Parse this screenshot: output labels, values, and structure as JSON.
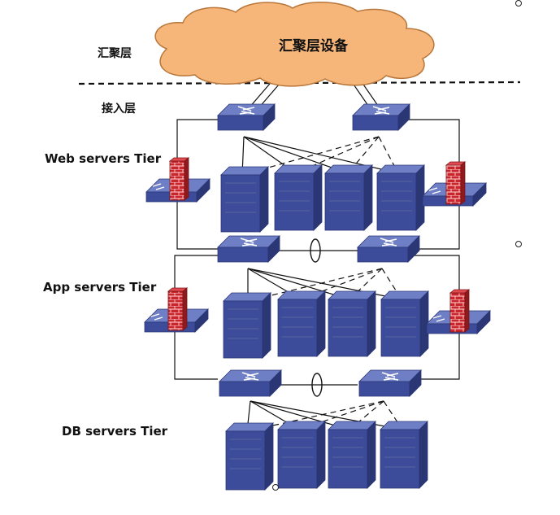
{
  "labels": {
    "aggregation_layer": "汇聚层",
    "aggregation_device": "汇聚层设备",
    "access_layer": "接入层",
    "web_tier": "Web servers Tier",
    "app_tier": "App servers Tier",
    "db_tier": "DB servers Tier"
  },
  "colors": {
    "cloud_fill": "#f6b679",
    "cloud_stroke": "#b8763a",
    "device_blue": "#3d4c9a",
    "device_dark": "#2b3675",
    "device_light": "#6f7fc6",
    "firewall_red": "#c8262c",
    "line": "#111111"
  },
  "icons": {
    "switch": "network-switch-icon",
    "server": "server-tower-icon",
    "firewall": "firewall-icon",
    "cloud": "cloud-icon"
  }
}
